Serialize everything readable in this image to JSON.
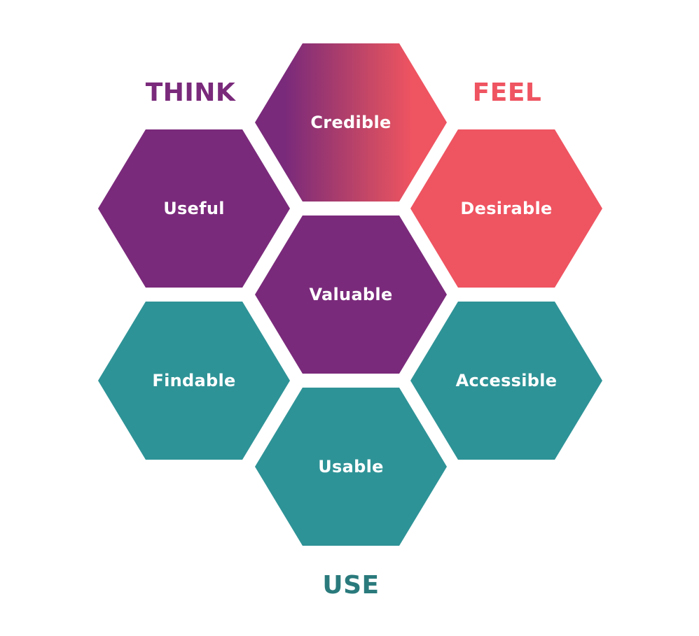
{
  "diagram": {
    "type": "honeycomb",
    "groups": {
      "think": {
        "label": "THINK",
        "color": "#7a2a7b"
      },
      "feel": {
        "label": "FEEL",
        "color": "#ef5461"
      },
      "use": {
        "label": "USE",
        "color": "#2a7a7c"
      }
    },
    "hexagons": {
      "credible": {
        "label": "Credible",
        "fill": "gradient #7a2a7b → #ef5461"
      },
      "useful": {
        "label": "Useful",
        "fill": "#7a2a7b"
      },
      "desirable": {
        "label": "Desirable",
        "fill": "#ef5461"
      },
      "valuable": {
        "label": "Valuable",
        "fill": "#7a2a7b"
      },
      "findable": {
        "label": "Findable",
        "fill": "#2e9397"
      },
      "accessible": {
        "label": "Accessible",
        "fill": "#2e9397"
      },
      "usable": {
        "label": "Usable",
        "fill": "#2e9397"
      }
    },
    "colors": {
      "purple": "#7a2a7b",
      "coral": "#ef5461",
      "teal": "#2e9397",
      "dark_teal": "#2a7a7c"
    }
  }
}
